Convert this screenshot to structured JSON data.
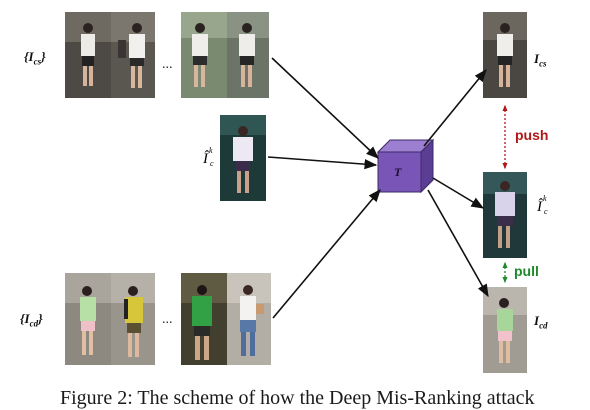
{
  "labels": {
    "cs_set_base": "I",
    "cs_set_sub": "cs",
    "cd_set_base": "I",
    "cd_set_sub": "cd",
    "cs_out_base": "I",
    "cs_out_sub": "cs",
    "cd_out_base": "I",
    "cd_out_sub": "cd",
    "query_top": "k",
    "query_base": "Î",
    "query_sub": "c",
    "output_top": "k",
    "output_base": "Î",
    "output_sub": "c",
    "transformer": "T",
    "ellipsis": "..."
  },
  "relations": {
    "push": "push",
    "pull": "pull"
  },
  "caption": "Figure 2: The scheme of how the Deep Mis-Ranking attack",
  "colors": {
    "push": "#b01818",
    "pull": "#1f8a2a",
    "cube_front": "#7a55b8",
    "cube_top": "#9d7fd2",
    "cube_side": "#5b3d94",
    "arrow": "#111111"
  }
}
